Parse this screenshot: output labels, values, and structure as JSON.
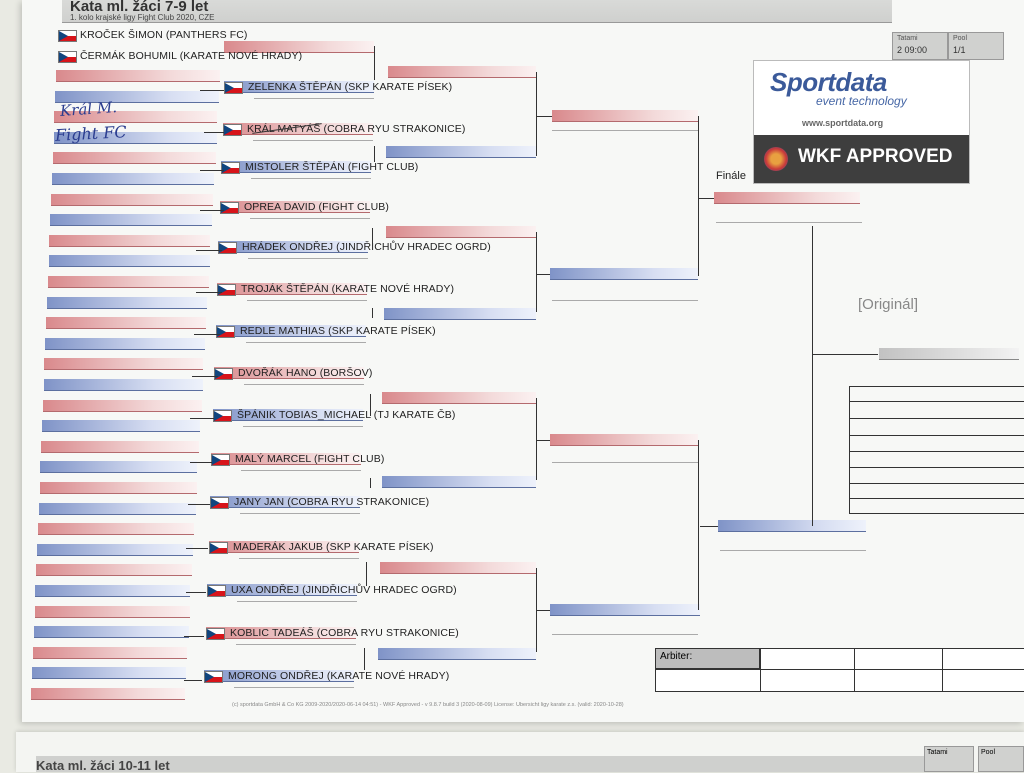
{
  "header": {
    "title": "Kata ml. žáci 7-9 let",
    "subtitle": "1. kolo krajské ligy Fight Club 2020, CZE",
    "tatami_label": "Tatami",
    "tatami_value": "2 09:00",
    "pool_label": "Pool",
    "pool_value": "1/1"
  },
  "round1_competitors": [
    {
      "name": "KROČEK ŠIMON (PANTHERS FC)",
      "color": "red"
    },
    {
      "name": "ČERMÁK BOHUMIL (KARATE NOVÉ HRADY)",
      "color": "blue"
    }
  ],
  "round2_competitors": [
    {
      "name": "ZELENKA ŠTĚPÁN (SKP KARATE PÍSEK)",
      "color": "blue"
    },
    {
      "name": "KRÁL MATYÁŠ (COBRA RYU STRAKONICE)",
      "color": "red"
    },
    {
      "name": "MISTOLER ŠTĚPÁN (FIGHT CLUB)",
      "color": "blue"
    },
    {
      "name": "OPREA DAVID (FIGHT CLUB)",
      "color": "red"
    },
    {
      "name": "HRÁDEK ONDŘEJ (JINDŘICHŮV HRADEC OGRD)",
      "color": "blue"
    },
    {
      "name": "TROJÁK ŠTĚPÁN (KARATE NOVÉ HRADY)",
      "color": "red"
    },
    {
      "name": "REDLE MATHIAS (SKP KARATE PÍSEK)",
      "color": "blue"
    },
    {
      "name": "DVOŘÁK HANO (BORŠOV)",
      "color": "red"
    },
    {
      "name": "ŠPÁNIK TOBIAS_MICHAEL (TJ KARATE ČB)",
      "color": "blue"
    },
    {
      "name": "MALÝ MARCEL (FIGHT CLUB)",
      "color": "red"
    },
    {
      "name": "JANY JAN (COBRA RYU STRAKONICE)",
      "color": "blue"
    },
    {
      "name": "MADERÁK JAKUB (SKP KARATE PÍSEK)",
      "color": "red"
    },
    {
      "name": "UXA ONDŘEJ (JINDŘICHŮV HRADEC OGRD)",
      "color": "blue"
    },
    {
      "name": "KOBLIC TADEÁŠ (COBRA RYU STRAKONICE)",
      "color": "red"
    },
    {
      "name": "MORONG ONDŘEJ (KARATE NOVÉ HRADY)",
      "color": "blue"
    }
  ],
  "handwriting": {
    "line1": "Král M.",
    "line2": "Fight FC"
  },
  "logo": {
    "brand": "Sportdata",
    "tagline": "event technology",
    "url": "www.sportdata.org",
    "badge": "WKF APPROVED"
  },
  "bracket": {
    "final_label": "Finále",
    "original_label": "[Originál]"
  },
  "arbiter": {
    "label": "Arbiter:"
  },
  "footer": "(c) sportdata GmbH & Co KG 2009-2020/2020-06-14 04:51) - WKF Approved - v 9.8.7 build 3 (2020-08-09) License: Ubersicht ligy karate z.s. (valid: 2020-10-28)",
  "next_sheet": {
    "title": "Kata ml. žáci 10-11 let",
    "tatami_label": "Tatami",
    "pool_label": "Pool"
  }
}
